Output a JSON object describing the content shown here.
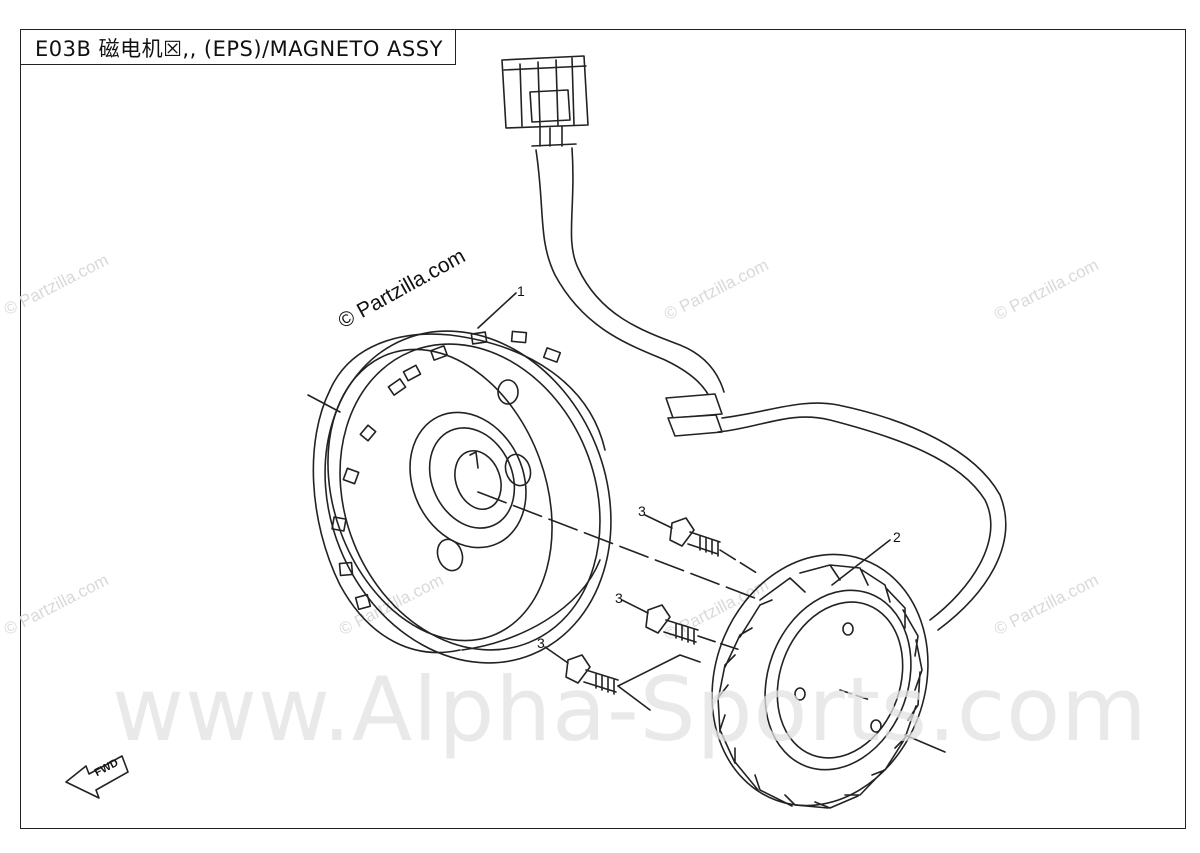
{
  "diagram": {
    "title": "E03B 磁电机☒,, (EPS)/MAGNETO ASSY",
    "callouts": [
      {
        "id": "part-1",
        "label": "1"
      },
      {
        "id": "part-2",
        "label": "2"
      },
      {
        "id": "part-3a",
        "label": "3"
      },
      {
        "id": "part-3b",
        "label": "3"
      },
      {
        "id": "part-3c",
        "label": "3"
      }
    ],
    "fwd_label": "FWD"
  },
  "watermarks": {
    "primary": "© Partzilla.com",
    "repeat": "© Partzilla.com",
    "site": "www.Alpha-Sports.com"
  }
}
